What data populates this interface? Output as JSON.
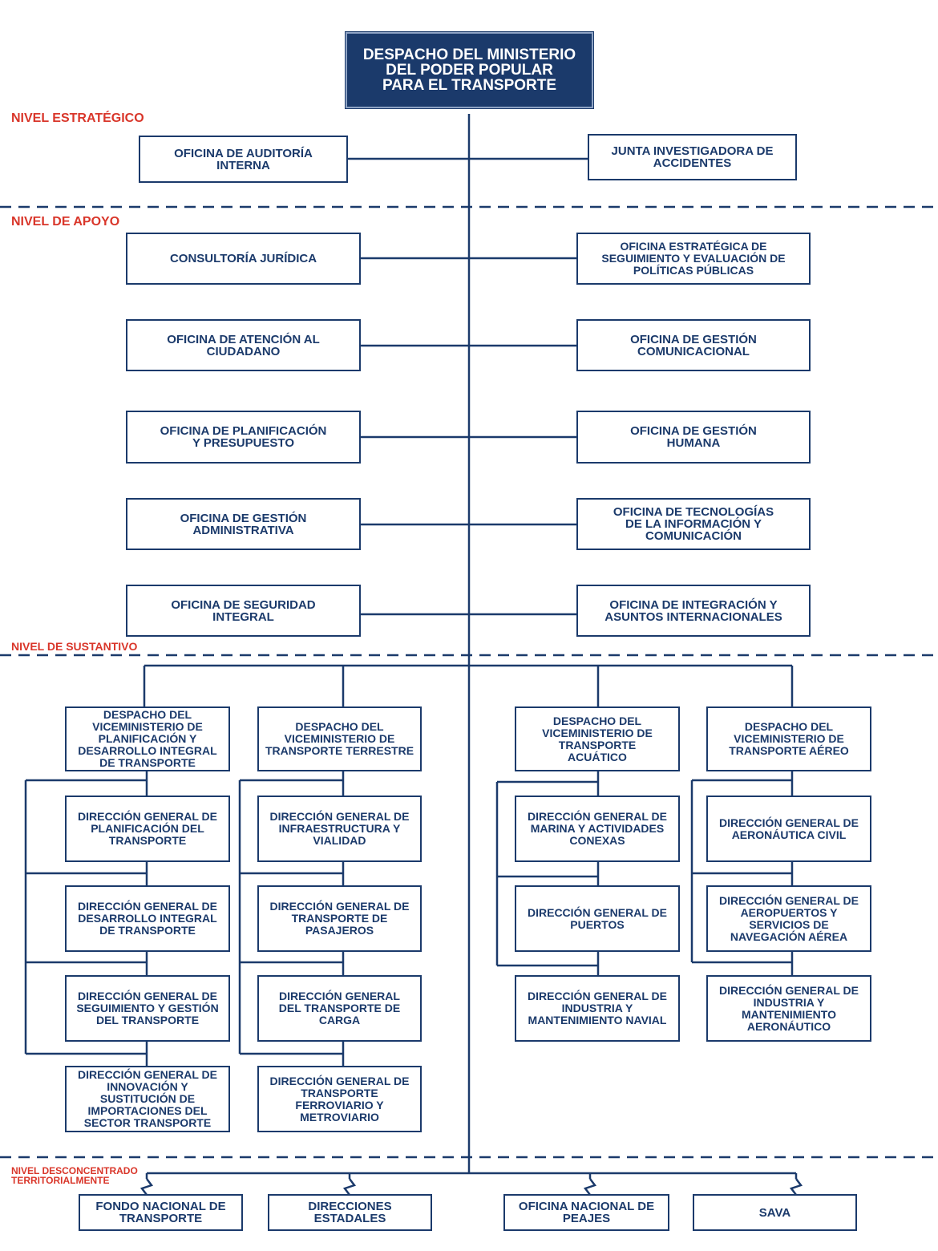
{
  "colors": {
    "navy": "#1b3a6b",
    "level_label": "#d9362a"
  },
  "top": "DESPACHO DEL MINISTERIO\nDEL PODER POPULAR\nPARA EL TRANSPORTE",
  "levels": {
    "strategic": "NIVEL ESTRATÉGICO",
    "support": "NIVEL DE APOYO",
    "substantive": "NIVEL DE SUSTANTIVO",
    "deconcentrated": "NIVEL DESCONCENTRADO\nTERRITORIALMENTE"
  },
  "strategic": {
    "left": "OFICINA DE AUDITORÍA\nINTERNA",
    "right": "JUNTA INVESTIGADORA DE\nACCIDENTES"
  },
  "support": {
    "left": [
      "CONSULTORÍA JURÍDICA",
      "OFICINA DE ATENCIÓN AL\nCIUDADANO",
      "OFICINA DE PLANIFICACIÓN\nY PRESUPUESTO",
      "OFICINA DE GESTIÓN\nADMINISTRATIVA",
      "OFICINA DE SEGURIDAD\nINTEGRAL"
    ],
    "right": [
      "OFICINA ESTRATÉGICA DE\nSEGUIMIENTO Y EVALUACIÓN DE\nPOLÍTICAS PÚBLICAS",
      "OFICINA DE GESTIÓN\nCOMUNICACIONAL",
      "OFICINA DE GESTIÓN\nHUMANA",
      "OFICINA DE TECNOLOGÍAS\nDE LA INFORMACIÓN Y\nCOMUNICACIÓN",
      "OFICINA DE INTEGRACIÓN Y\nASUNTOS INTERNACIONALES"
    ]
  },
  "vice": [
    {
      "head": "DESPACHO DEL\nVICEMINISTERIO DE\nPLANIFICACIÓN Y\nDESARROLLO INTEGRAL\nDE TRANSPORTE",
      "items": [
        "DIRECCIÓN GENERAL DE\nPLANIFICACIÓN DEL\nTRANSPORTE",
        "DIRECCIÓN GENERAL DE\nDESARROLLO INTEGRAL\nDE TRANSPORTE",
        "DIRECCIÓN GENERAL DE\nSEGUIMIENTO Y GESTIÓN\nDEL TRANSPORTE",
        "DIRECCIÓN GENERAL DE\nINNOVACIÓN Y\nSUSTITUCIÓN DE\nIMPORTACIONES DEL\nSECTOR TRANSPORTE"
      ]
    },
    {
      "head": "DESPACHO DEL\nVICEMINISTERIO DE\nTRANSPORTE TERRESTRE",
      "items": [
        "DIRECCIÓN GENERAL DE\nINFRAESTRUCTURA Y\nVIALIDAD",
        "DIRECCIÓN GENERAL DE\nTRANSPORTE DE\nPASAJEROS",
        "DIRECCIÓN GENERAL\nDEL TRANSPORTE DE\nCARGA",
        "DIRECCIÓN GENERAL DE\nTRANSPORTE\nFERROVIARIO Y\nMETROVIARIO"
      ]
    },
    {
      "head": "DESPACHO DEL\nVICEMINISTERIO DE\nTRANSPORTE\nACUÁTICO",
      "items": [
        "DIRECCIÓN GENERAL DE\nMARINA Y ACTIVIDADES\nCONEXAS",
        "DIRECCIÓN GENERAL DE\nPUERTOS",
        "DIRECCIÓN GENERAL DE\nINDUSTRIA Y\nMANTENIMIENTO NAVIAL"
      ]
    },
    {
      "head": "DESPACHO DEL\nVICEMINISTERIO DE\nTRANSPORTE AÉREO",
      "items": [
        "DIRECCIÓN GENERAL DE\nAERONÁUTICA CIVIL",
        "DIRECCIÓN GENERAL DE\nAEROPUERTOS Y\nSERVICIOS DE\nNAVEGACIÓN AÉREA",
        "DIRECCIÓN GENERAL DE\nINDUSTRIA Y\nMANTENIMIENTO\nAERONÁUTICO"
      ]
    }
  ],
  "deconcentrated": [
    "FONDO NACIONAL DE\nTRANSPORTE",
    "DIRECCIONES\nESTADALES",
    "OFICINA NACIONAL DE\nPEAJES",
    "SAVA"
  ]
}
